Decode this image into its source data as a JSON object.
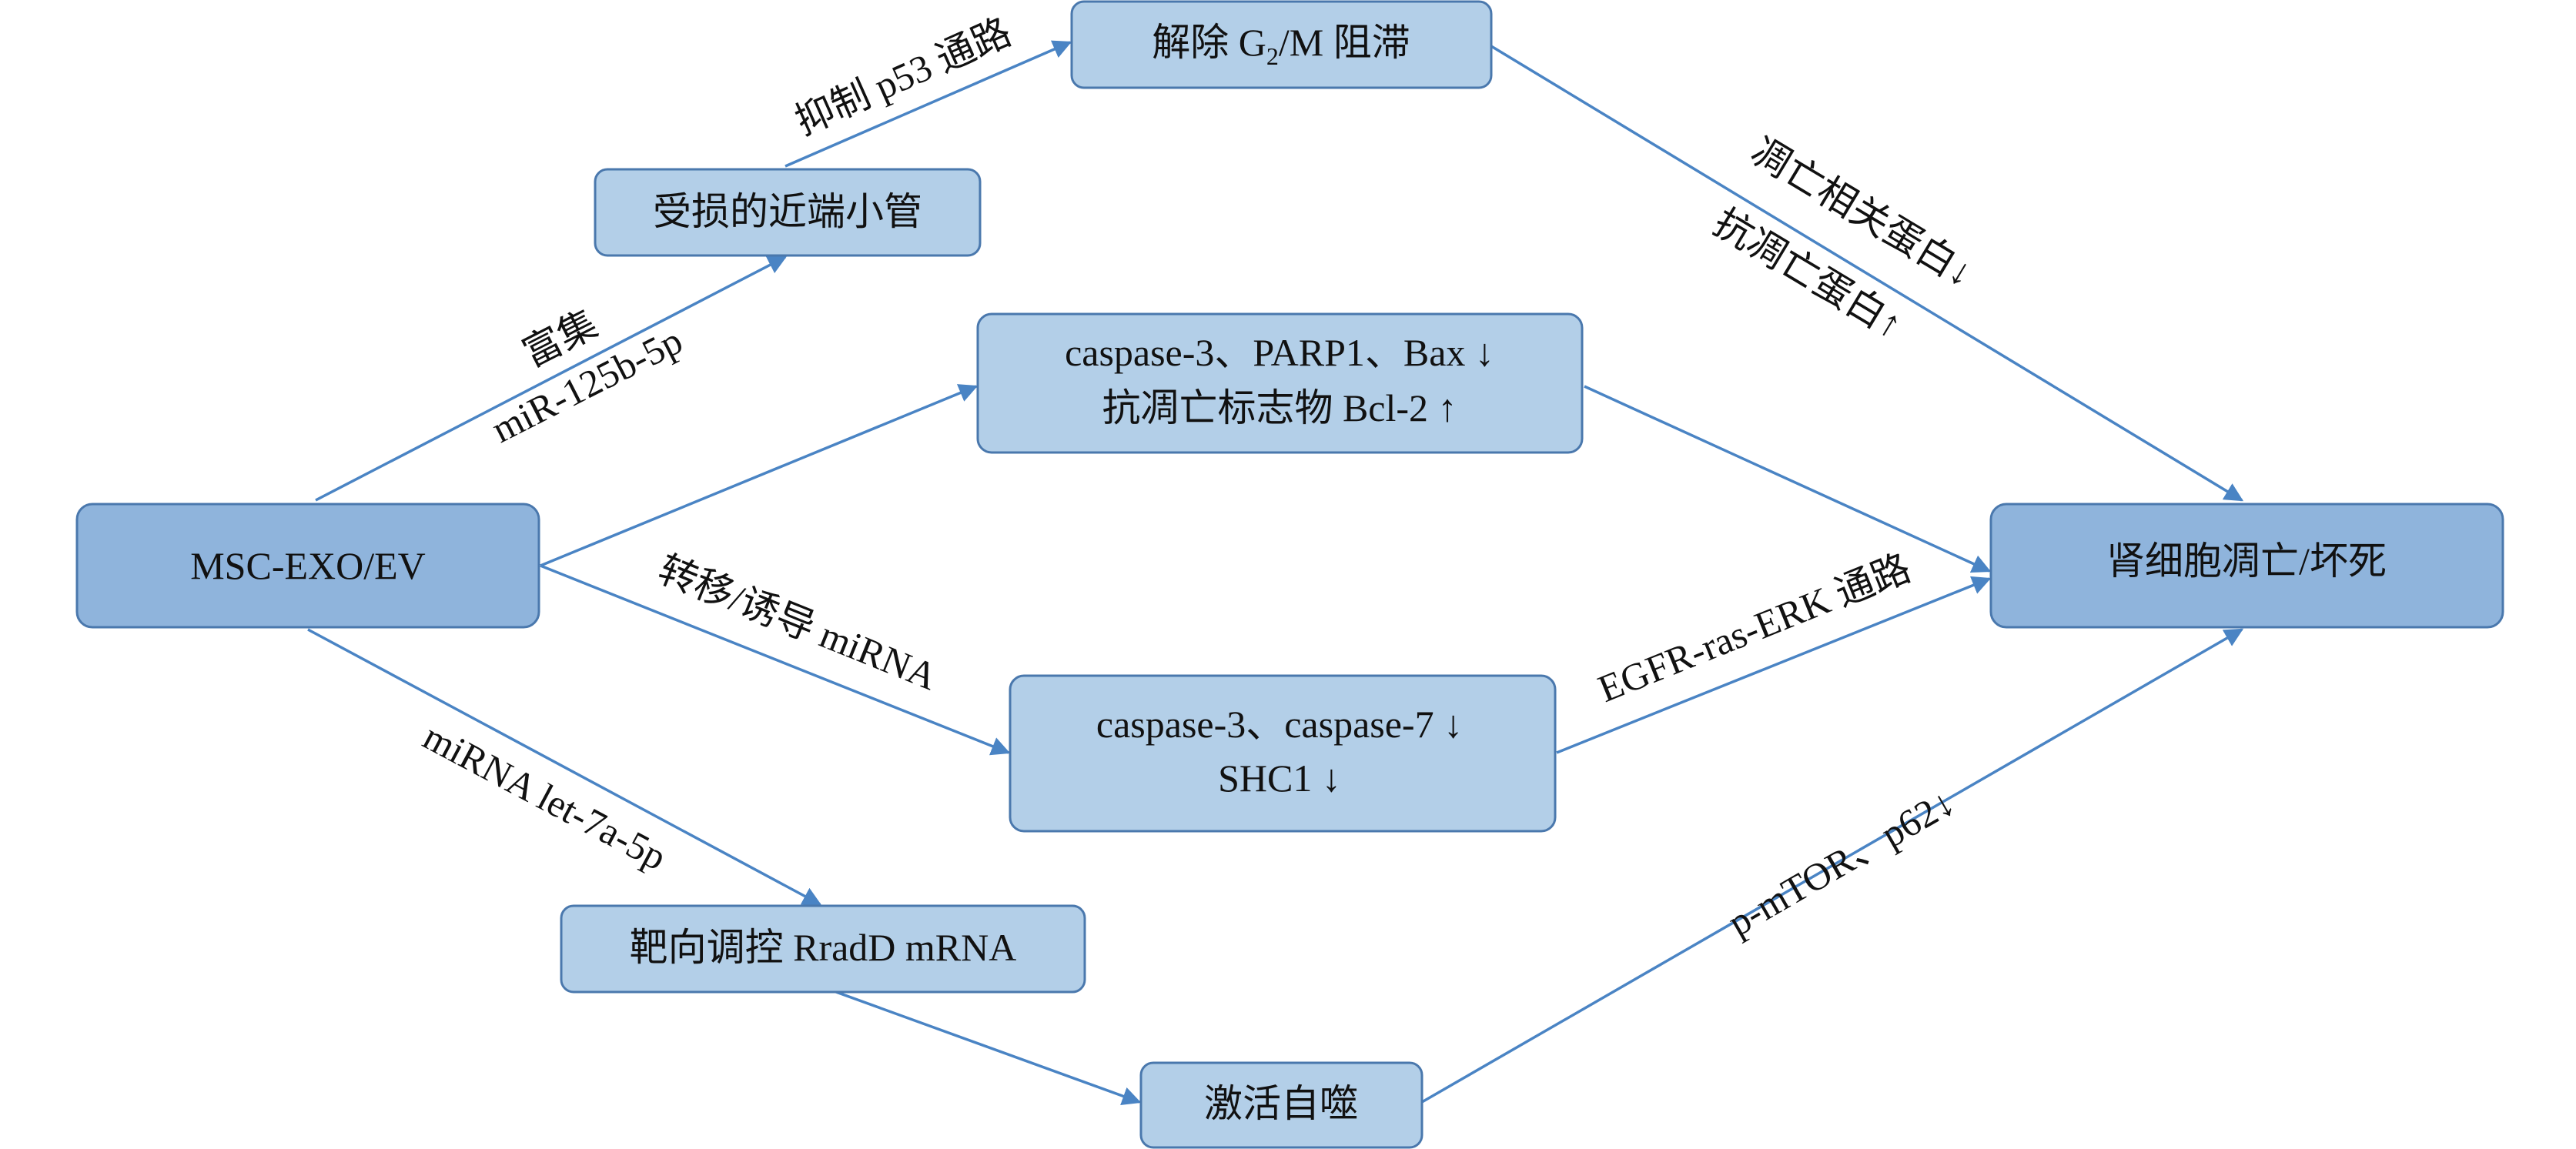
{
  "nodes": {
    "msc": {
      "lines": [
        "MSC-EXO/EV"
      ]
    },
    "proximal_tubule": {
      "lines": [
        "受损的近端小管"
      ]
    },
    "g2m": {
      "prefix": "解除 G",
      "sub": "2",
      "suffix": "/M 阻滞"
    },
    "caspase_box1": {
      "lines": [
        "caspase-3、PARP1、Bax ↓",
        "抗凋亡标志物 Bcl-2 ↑"
      ]
    },
    "caspase_box2": {
      "lines": [
        "caspase-3、caspase-7 ↓",
        "SHC1 ↓"
      ]
    },
    "rradd": {
      "lines": [
        "靶向调控 RradD mRNA"
      ]
    },
    "autophagy": {
      "lines": [
        "激活自噬"
      ]
    },
    "renal_death": {
      "lines": [
        "肾细胞凋亡/坏死"
      ]
    }
  },
  "edge_labels": {
    "enrich": "富集",
    "mir125b": "miR-125b-5p",
    "p53": "抑制 p53 通路",
    "apoptosis_proteins": "凋亡相关蛋白↓",
    "anti_apoptosis": "抗凋亡蛋白↑",
    "transfer_mirna": "转移/诱导 miRNA",
    "egfr": "EGFR-ras-ERK 通路",
    "let7a": "miRNA let-7a-5p",
    "mtor": "p-mTOR、p62↓"
  }
}
